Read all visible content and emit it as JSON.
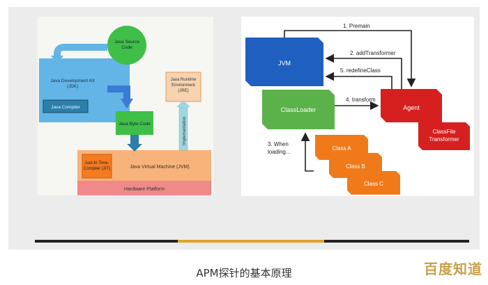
{
  "left_diagram": {
    "source_code": "Java Source\nCode",
    "jdk": "Java Development Kit\n(JDK)",
    "compiler": "Java Compiler",
    "byte_code": "Java Byte Code",
    "jre": "Java Runtime\nEnvironment\n(JRE)",
    "implementation": "Implementation",
    "jit": "Just-In-Time-\nCompiler (JIT)",
    "jvm": "Java Virtual Machine (JVM)",
    "hardware": "Hardware Platform"
  },
  "right_diagram": {
    "jvm": "JVM",
    "classloader": "ClassLoader",
    "agent": "Agent",
    "transformer": "ClassFile\nTransformer",
    "premain": "1. Premain",
    "add_transformer": "2. addTransformer",
    "redefine": "5. redefineClass",
    "transform": "4. transform",
    "when_loading": "3. When\nloading...",
    "class_a": "Class A",
    "class_b": "Class B",
    "class_c": "Class C"
  },
  "caption": "APM探针的基本原理",
  "watermark": "百度知道",
  "colors": {
    "jvm_blue": "#1f5fbf",
    "classloader_green": "#5cb24a",
    "agent_red": "#d62020",
    "class_orange": "#f07a1a",
    "source_green": "#3fbf47",
    "jdk_blue": "#62b5e6",
    "jvm_orange": "#f7b37a",
    "hardware_pink": "#f08a8a"
  }
}
